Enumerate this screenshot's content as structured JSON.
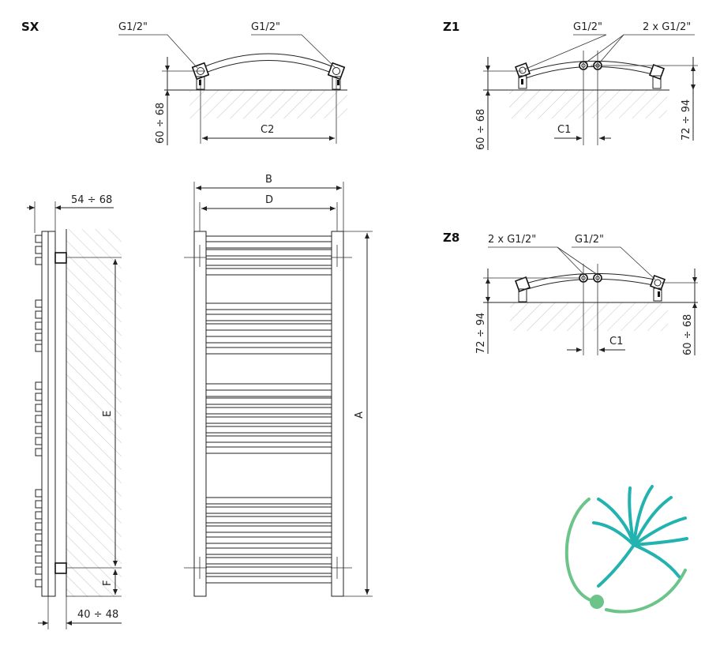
{
  "views": {
    "sx": {
      "title": "SX",
      "connection_left": "G1/2\"",
      "connection_right": "G1/2\"",
      "wall_distance": "60 ÷ 68",
      "spacing": "C2"
    },
    "z1": {
      "title": "Z1",
      "connection_single": "G1/2\"",
      "connection_double": "2 x G1/2\"",
      "wall_distance_left": "60 ÷ 68",
      "wall_distance_right": "72 ÷ 94",
      "spacing": "C1"
    },
    "z8": {
      "title": "Z8",
      "connection_double": "2 x G1/2\"",
      "connection_single": "G1/2\"",
      "wall_distance_left": "72 ÷ 94",
      "wall_distance_right": "60 ÷ 68",
      "spacing": "C1"
    },
    "side": {
      "depth_top": "54 ÷ 68",
      "depth_bottom": "40 ÷ 48",
      "height_label": "E",
      "offset_label": "F"
    },
    "front": {
      "width_outer": "B",
      "width_inner": "D",
      "height_total": "A"
    }
  },
  "logo": {
    "name": "dandelion-logo",
    "colors": {
      "teal": "#22b3b0",
      "green": "#6cc48a"
    }
  },
  "colors": {
    "line": "#222222",
    "hatch": "#bdbdbd"
  }
}
